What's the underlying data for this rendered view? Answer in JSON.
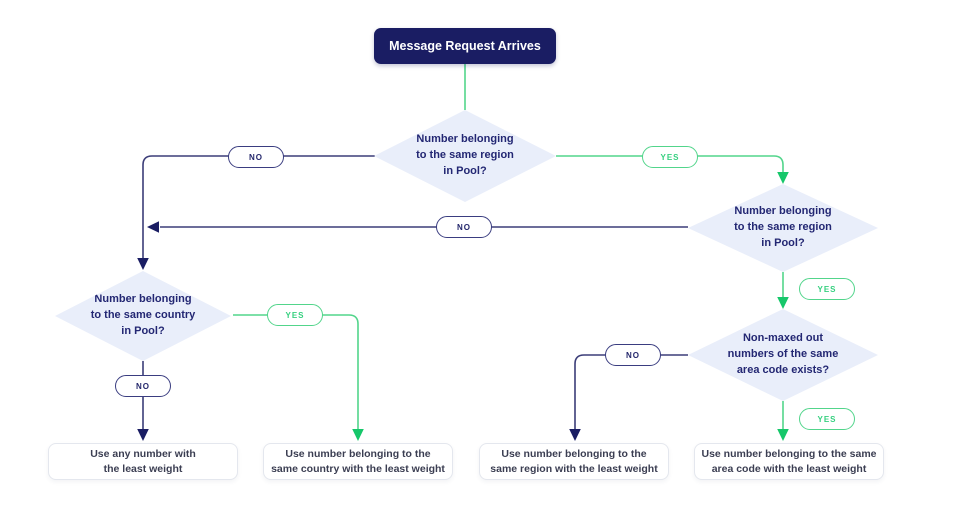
{
  "start": {
    "label": "Message Request Arrives"
  },
  "labels": {
    "yes": "YES",
    "no": "NO"
  },
  "decisions": [
    {
      "id": "d1",
      "label": "Number belonging\nto the same region\nin Pool?"
    },
    {
      "id": "d2",
      "label": "Number belonging\nto the same region\nin Pool?"
    },
    {
      "id": "d3",
      "label": "Number belonging\nto the same country\nin Pool?"
    },
    {
      "id": "d4",
      "label": "Non-maxed out\nnumbers of the same\narea code exists?"
    }
  ],
  "outcomes": [
    {
      "label": "Use any number with\nthe least weight"
    },
    {
      "label": "Use number belonging to the\nsame country with the least weight"
    },
    {
      "label": "Use number belonging to the\nsame region with the least weight"
    },
    {
      "label": "Use number belonging to the same\narea code with the least weight"
    }
  ],
  "colors": {
    "navy": "#1a1d63",
    "navy-line": "#3b3d78",
    "green": "#16c76a",
    "green-line": "#52d58b",
    "diamond-fill": "#e9eefa",
    "diamond-text": "#232773",
    "outcome-text": "#3b3e52",
    "outcome-border": "#e4e7ee"
  }
}
